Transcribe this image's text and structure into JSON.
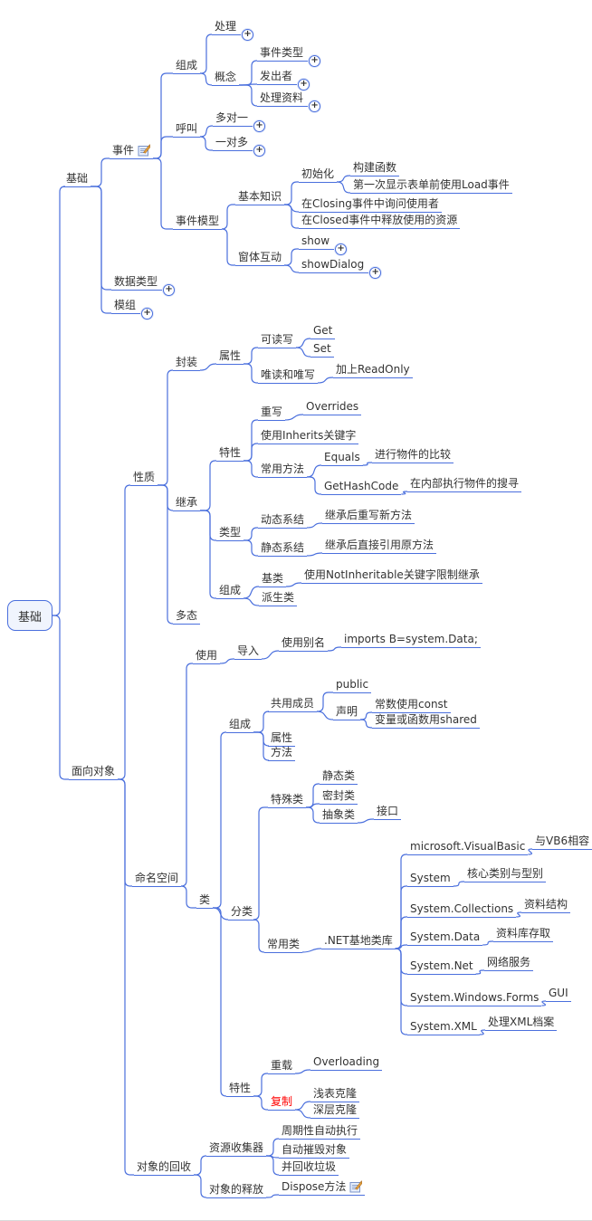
{
  "colors": {
    "edge": "#4a6fdd",
    "text": "#333333",
    "highlight": "#ff0000",
    "root_fill": "#f0f4fd"
  },
  "icons": {
    "fold": "+",
    "notes": "notes-icon"
  },
  "map": {
    "root": {
      "label": "基础"
    },
    "basics": {
      "label": "基础",
      "event": {
        "label": "事件",
        "composition": {
          "label": "组成",
          "handle": {
            "label": "处理"
          },
          "concept": {
            "label": "概念",
            "event_type": {
              "label": "事件类型"
            },
            "sender": {
              "label": "发出者"
            },
            "event_data": {
              "label": "处理资料"
            }
          }
        },
        "call": {
          "label": "呼叫",
          "many_to_one": {
            "label": "多对一"
          },
          "one_to_many": {
            "label": "一对多"
          }
        },
        "event_model": {
          "label": "事件模型",
          "basic_knowledge": {
            "label": "基本知识",
            "init": {
              "label": "初始化",
              "constructor": {
                "label": "构建函数"
              },
              "load_event": {
                "label": "第一次显示表单前使用Load事件"
              }
            },
            "closing": {
              "label": "在Closing事件中询问使用者"
            },
            "closed": {
              "label": "在Closed事件中释放使用的资源"
            }
          },
          "form_interaction": {
            "label": "窗体互动",
            "show": {
              "label": "show"
            },
            "show_dialog": {
              "label": "showDialog"
            }
          }
        }
      },
      "data_types": {
        "label": "数据类型"
      },
      "modules": {
        "label": "模组"
      }
    },
    "oop": {
      "label": "面向对象",
      "nature": {
        "label": "性质",
        "encapsulation": {
          "label": "封装",
          "attribute": {
            "label": "属性",
            "readwrite": {
              "label": "可读写",
              "get": {
                "label": "Get"
              },
              "set": {
                "label": "Set"
              }
            },
            "readonly": {
              "label": "唯读和唯写",
              "add_readonly": {
                "label": "加上ReadOnly"
              }
            }
          }
        },
        "inheritance": {
          "label": "继承",
          "traits": {
            "label": "特性",
            "override": {
              "label": "重写",
              "overrides": {
                "label": "Overrides"
              }
            },
            "inherits_keyword": {
              "label": "使用Inherits关键字"
            },
            "common_methods": {
              "label": "常用方法",
              "equals": {
                "label": "Equals",
                "note": {
                  "label": "进行物件的比较"
                }
              },
              "gethashcode": {
                "label": "GetHashCode",
                "note": {
                  "label": "在内部执行物件的搜寻"
                }
              }
            }
          },
          "types": {
            "label": "类型",
            "dynamic_binding": {
              "label": "动态系结",
              "note": {
                "label": "继承后重写新方法"
              }
            },
            "static_binding": {
              "label": "静态系结",
              "note": {
                "label": "继承后直接引用原方法"
              }
            }
          },
          "composition": {
            "label": "组成",
            "base_class": {
              "label": "基类",
              "note": {
                "label": "使用NotInheritable关键字限制继承"
              }
            },
            "derived_class": {
              "label": "派生类"
            }
          }
        },
        "polymorphism": {
          "label": "多态"
        }
      },
      "namespace": {
        "label": "命名空间",
        "usage": {
          "label": "使用",
          "import": {
            "label": "导入",
            "alias": {
              "label": "使用别名",
              "example": {
                "label": "imports B=system.Data;"
              }
            }
          }
        },
        "class": {
          "label": "类",
          "composition": {
            "label": "组成",
            "shared_members": {
              "label": "共用成员",
              "public": {
                "label": "public"
              },
              "declaration": {
                "label": "声明",
                "const": {
                  "label": "常数使用const"
                },
                "shared": {
                  "label": "变量或函数用shared"
                }
              }
            },
            "attribute": {
              "label": "属性"
            },
            "method": {
              "label": "方法"
            }
          },
          "classification": {
            "label": "分类",
            "special": {
              "label": "特殊类",
              "static_class": {
                "label": "静态类"
              },
              "sealed_class": {
                "label": "密封类"
              },
              "abstract_class": {
                "label": "抽象类",
                "interface": {
                  "label": "接口"
                }
              }
            },
            "common": {
              "label": "常用类",
              "dotnet_library": {
                "label": ".NET基地类库",
                "ms_visualbasic": {
                  "label": "microsoft.VisualBasic",
                  "note": {
                    "label": "与VB6相容"
                  }
                },
                "system": {
                  "label": "System",
                  "note": {
                    "label": "核心类别与型别"
                  }
                },
                "collections": {
                  "label": "System.Collections",
                  "note": {
                    "label": "资料结构"
                  }
                },
                "data": {
                  "label": "System.Data",
                  "note": {
                    "label": "资料库存取"
                  }
                },
                "net": {
                  "label": "System.Net",
                  "note": {
                    "label": "网络服务"
                  }
                },
                "forms": {
                  "label": "System.Windows.Forms",
                  "note": {
                    "label": "GUI"
                  }
                },
                "xml": {
                  "label": "System.XML",
                  "note": {
                    "label": "处理XML档案"
                  }
                }
              }
            }
          },
          "traits": {
            "label": "特性",
            "overload": {
              "label": "重载",
              "overloading": {
                "label": "Overloading"
              }
            },
            "copy": {
              "label": "复制",
              "shallow": {
                "label": "浅表克隆"
              },
              "deep": {
                "label": "深层克隆"
              }
            }
          }
        }
      },
      "recycle": {
        "label": "对象的回收",
        "collector": {
          "label": "资源收集器",
          "periodic": {
            "label": "周期性自动执行"
          },
          "destroy": {
            "label": "自动摧毁对象"
          },
          "garbage": {
            "label": "并回收垃圾"
          }
        },
        "release": {
          "label": "对象的释放",
          "dispose": {
            "label": "Dispose方法"
          }
        }
      }
    }
  }
}
